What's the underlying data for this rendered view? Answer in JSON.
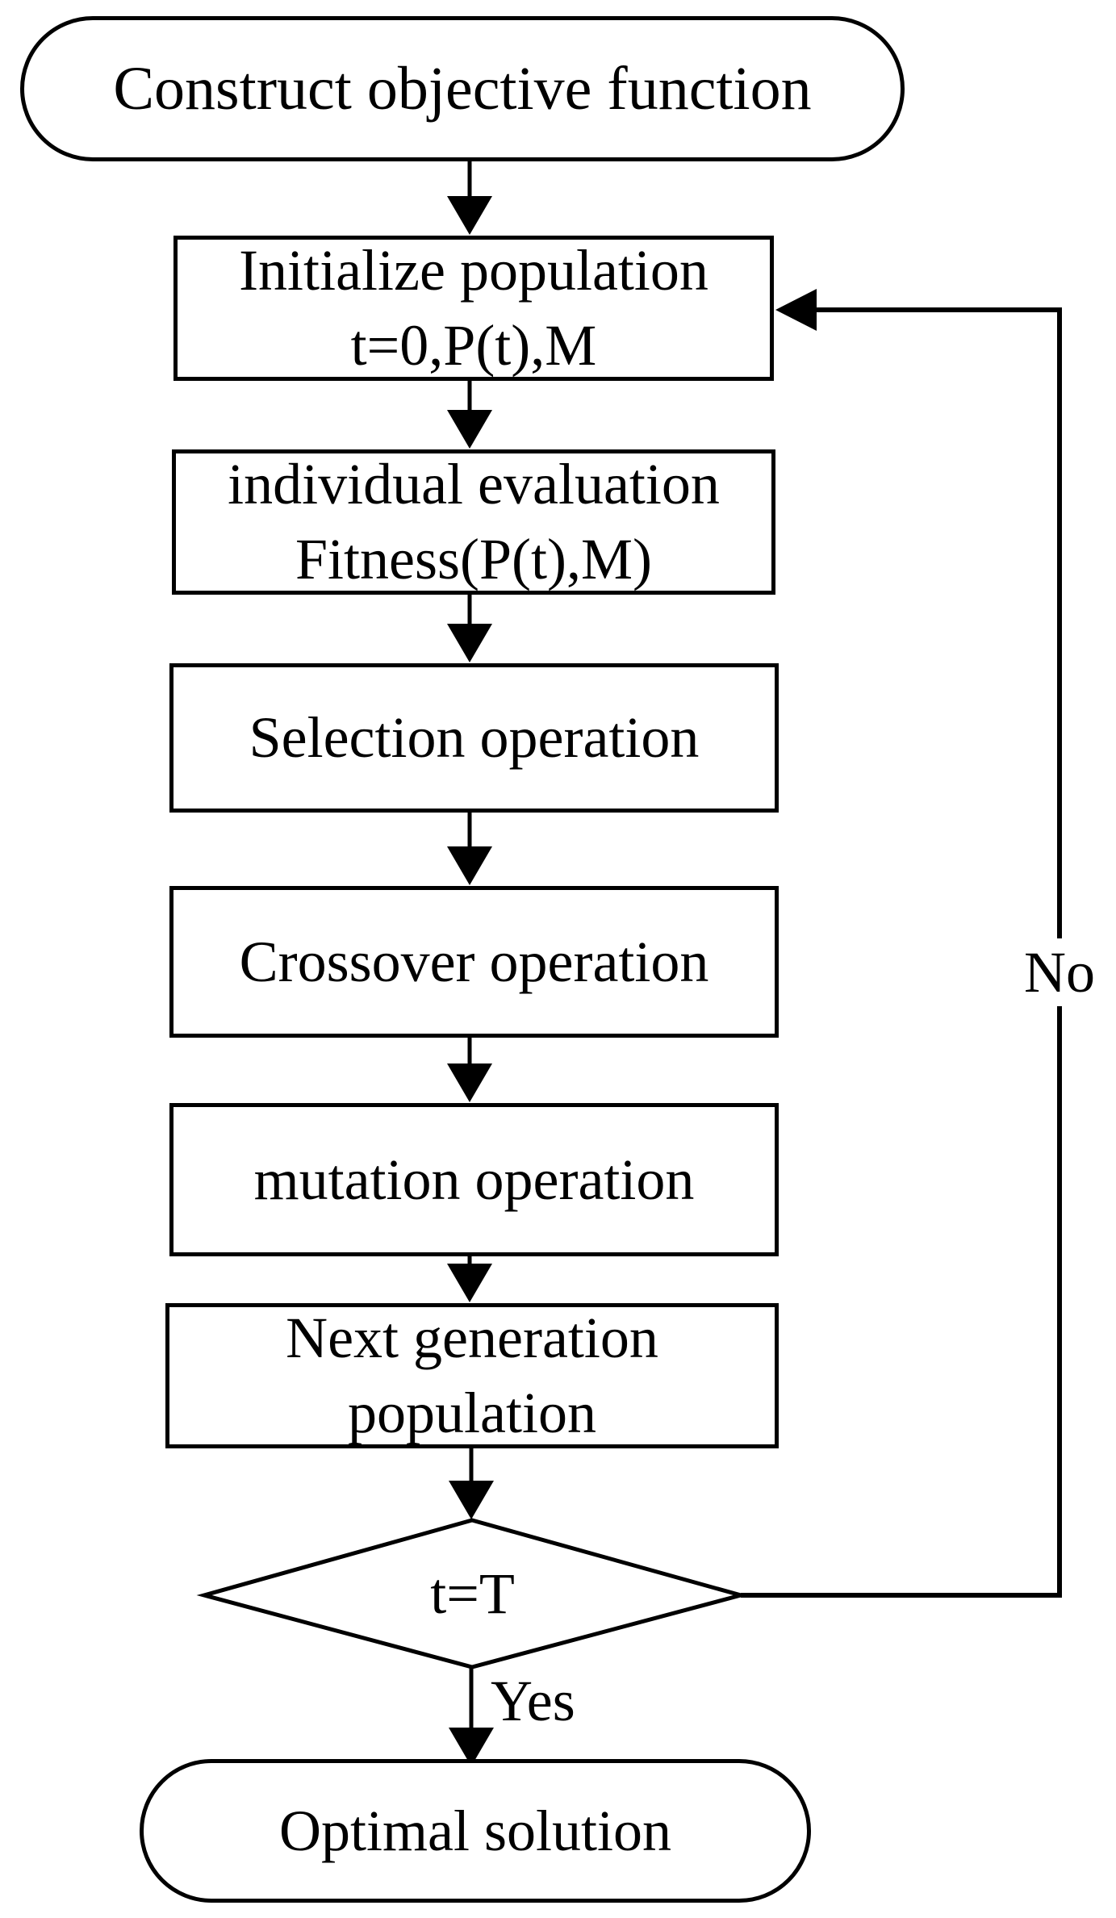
{
  "flowchart": {
    "background_color": "#ffffff",
    "stroke_color": "#000000",
    "text_color": "#000000",
    "nodes": [
      {
        "id": "start",
        "shape": "terminator",
        "lines": [
          "Construct objective function"
        ]
      },
      {
        "id": "initialize-population",
        "shape": "process",
        "lines": [
          "Initialize population",
          "t=0,P(t),M"
        ]
      },
      {
        "id": "individual-evaluation",
        "shape": "process",
        "lines": [
          "individual evaluation",
          "Fitness(P(t),M)"
        ]
      },
      {
        "id": "selection-operation",
        "shape": "process",
        "lines": [
          "Selection operation"
        ]
      },
      {
        "id": "crossover-operation",
        "shape": "process",
        "lines": [
          "Crossover operation"
        ]
      },
      {
        "id": "mutation-operation",
        "shape": "process",
        "lines": [
          "mutation operation"
        ]
      },
      {
        "id": "next-generation-population",
        "shape": "process",
        "lines": [
          "Next generation",
          "population"
        ]
      },
      {
        "id": "termination-check",
        "shape": "decision",
        "lines": [
          "t=T"
        ]
      },
      {
        "id": "optimal-solution",
        "shape": "terminator",
        "lines": [
          "Optimal solution"
        ]
      }
    ],
    "edges": {
      "yes_label": "Yes",
      "no_label": "No"
    }
  }
}
